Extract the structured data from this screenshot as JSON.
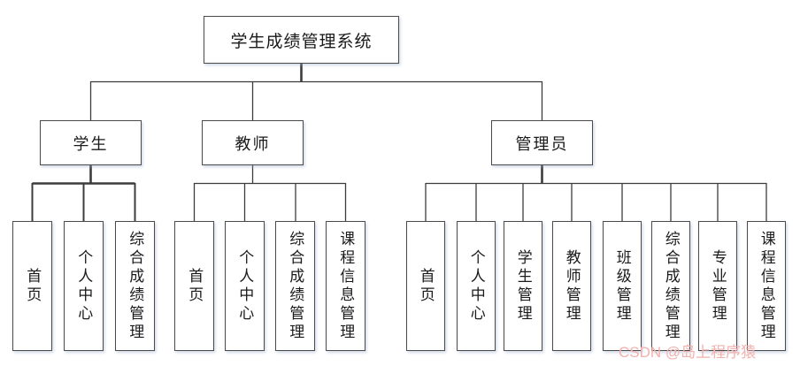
{
  "title": "学生成绩管理系统",
  "colors": {
    "box_border": "#4a4a4a",
    "line": "#3c3c3c",
    "watermark": "#f2b1ad",
    "background": "#ffffff"
  },
  "tree": {
    "root": "学生成绩管理系统",
    "branches": [
      {
        "label": "学生",
        "children": [
          "首页",
          "个人中心",
          "综合成绩管理"
        ]
      },
      {
        "label": "教师",
        "children": [
          "首页",
          "个人中心",
          "综合成绩管理",
          "课程信息管理"
        ]
      },
      {
        "label": "管理员",
        "children": [
          "首页",
          "个人中心",
          "学生管理",
          "教师管理",
          "班级管理",
          "综合成绩管理",
          "专业管理",
          "课程信息管理"
        ]
      }
    ]
  },
  "watermark": {
    "text": "CSDN @岛上程序猿"
  }
}
